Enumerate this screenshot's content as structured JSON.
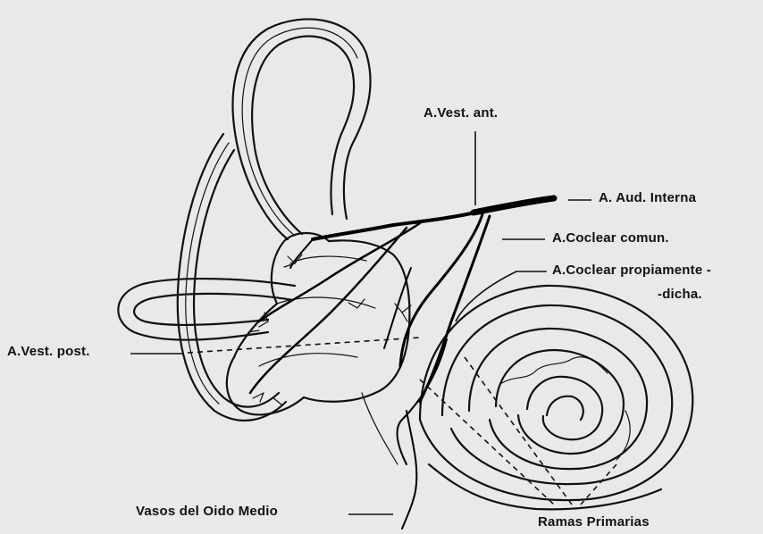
{
  "labels": {
    "vest_ant": "A.Vest. ant.",
    "aud_interna": "A. Aud. Interna",
    "coclear_comun": "A.Coclear comun.",
    "coclear_propia_1": "A.Coclear propiamente -",
    "coclear_propia_2": "-dicha.",
    "vest_post": "A.Vest. post.",
    "vasos_oido_medio": "Vasos del  Oido Medio",
    "ramas_primarias": "Ramas Primarias"
  }
}
